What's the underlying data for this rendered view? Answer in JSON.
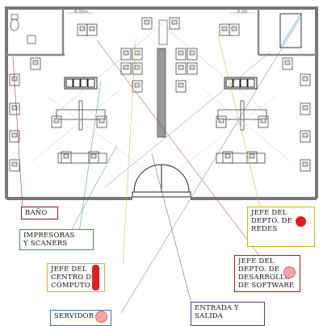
{
  "dimensions": {
    "left": "6.00m",
    "right": "6.00"
  },
  "labels": {
    "bano": "BAÑO",
    "impresoras": "IMPRESORAS\nY  SCANERS",
    "jefe_redes": "JEFE DEL\nDEPTO. DE\nREDES",
    "jefe_software": "JEFE DEL\nDEPTO. DE\nDESARROLLO\nDE SOFTWARE",
    "jefe_computo": "JEFE DEL\nCENTRO DE\nCÓMPUTO",
    "servidor": "SERVIDOR",
    "entrada": "ENTRADA Y\nSALIDA"
  },
  "colors": {
    "bano": "#8b1a1a",
    "impresoras": "#2e9b5b",
    "jefe_redes": "#d4b400",
    "jefe_software": "#b01818",
    "jefe_computo": "#ffffff",
    "servidor": "#2c7fb8",
    "entrada": "#5a3a8a",
    "red_dot": "#e31b1b",
    "pink_dot": "#f08c8c",
    "wall": "#777777"
  }
}
